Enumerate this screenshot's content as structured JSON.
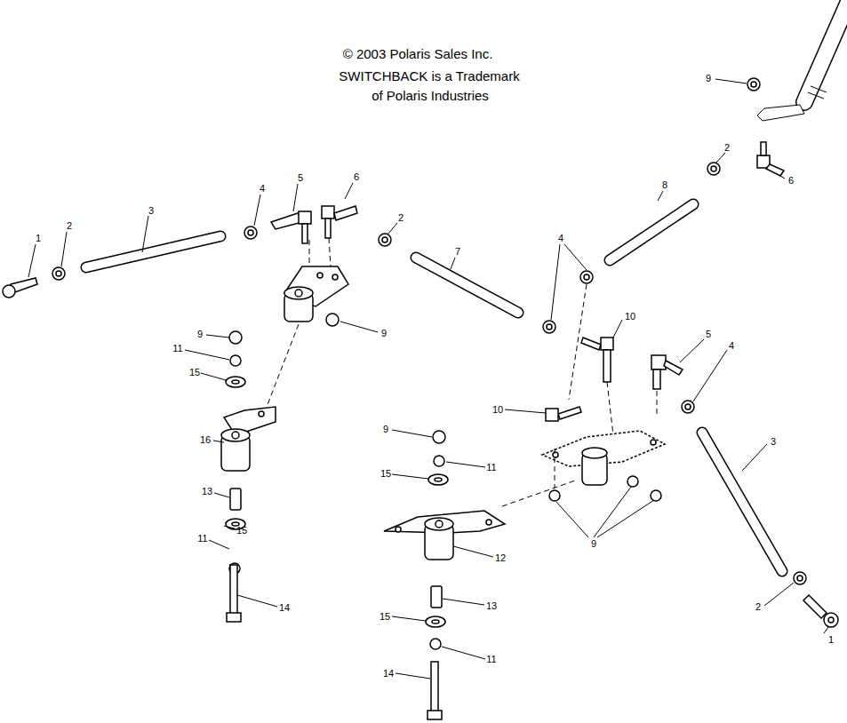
{
  "diagram": {
    "labels": [
      "© 2003 Polaris Sales Inc.",
      "SWITCHBACK is a Trademark",
      "of Polaris Industries",
      "9",
      "2",
      "6",
      "8",
      "2",
      "6",
      "5",
      "4",
      "3",
      "2",
      "1",
      "7",
      "4",
      "9",
      "10",
      "5",
      "4",
      "9",
      "11",
      "15",
      "16",
      "13",
      "11",
      "15",
      "14",
      "10",
      "3",
      "9",
      "11",
      "15",
      "12",
      "9",
      "13",
      "15",
      "11",
      "14",
      "2",
      "1"
    ]
  }
}
